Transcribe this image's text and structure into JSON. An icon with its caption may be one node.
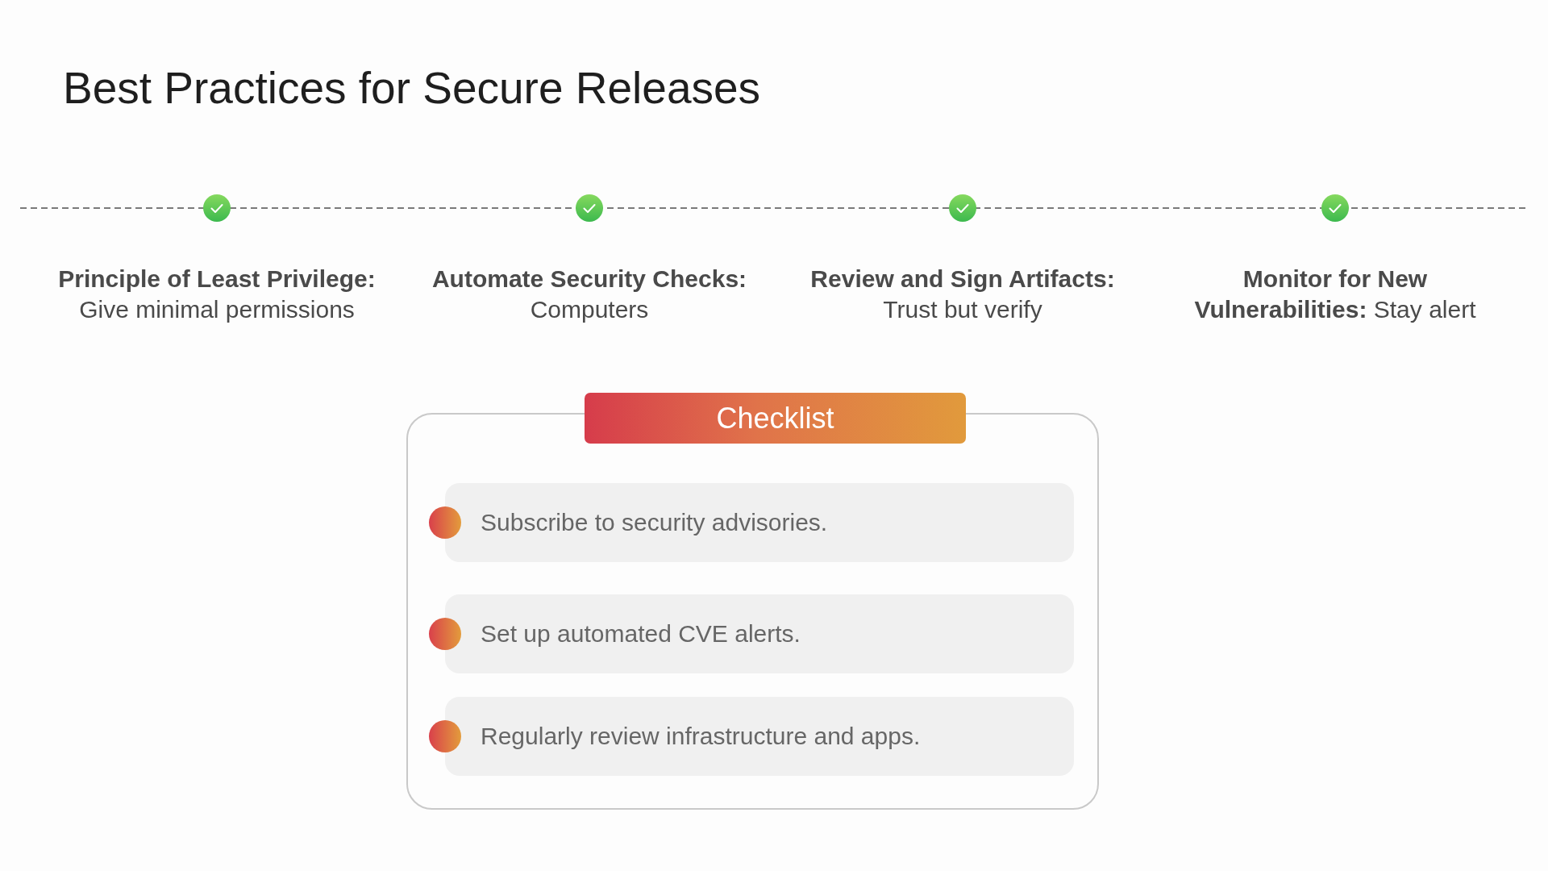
{
  "diagram": {
    "title": "Best Practices for Secure Releases",
    "nodes": [
      {
        "text": [
          "Checklist"
        ]
      },
      {
        "text": [
          "Subscribe to security advisories."
        ],
        "in": 0
      },
      {
        "text": [
          "Set up automated CVE alerts."
        ],
        "in": 0
      },
      {
        "text": [
          "Regularly review infrastructure and apps."
        ],
        "in": 0
      }
    ],
    "labels": [
      "**Principle of Least Privilege:** Give minimal permissions",
      "**Automate Security Checks:** Computers",
      "**Review and Sign Artifacts:** Trust but verify",
      "**Monitor for New Vulnerabilities:** Stay alert"
    ]
  }
}
